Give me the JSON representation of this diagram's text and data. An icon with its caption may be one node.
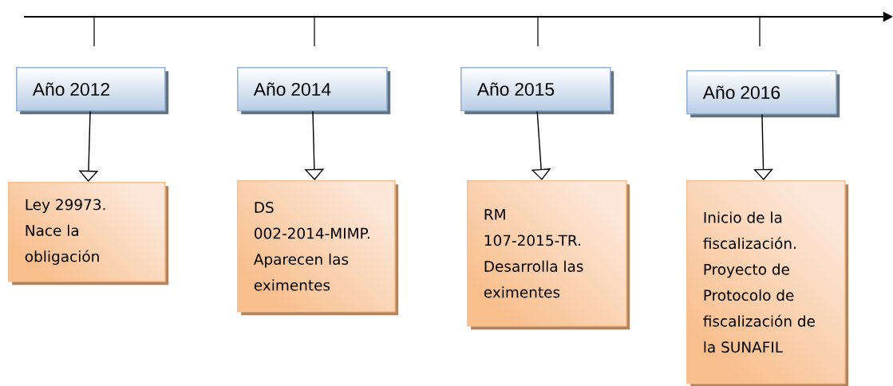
{
  "diagram": {
    "nodes": [
      {
        "text": [
          "Año 2012"
        ]
      },
      {
        "text": [
          "Año 2014"
        ]
      },
      {
        "text": [
          "Año 2015"
        ]
      },
      {
        "text": [
          "Año 2016"
        ]
      },
      {
        "text": [
          "Ley 29973. Nace la obligación"
        ]
      },
      {
        "text": [
          "DS 002-2014-MIMP. Aparecen las eximentes"
        ]
      },
      {
        "text": [
          "RM 107-2015-TR. Desarrolla las eximentes"
        ]
      },
      {
        "text": [
          "Inicio de la fiscalización. Proyecto de Protocolo de fiscalización de la SUNAFIL"
        ]
      }
    ],
    "edges": [
      {
        "from": 0,
        "to": 4,
        "arrow": "to"
      },
      {
        "from": 1,
        "to": 5,
        "arrow": "to"
      },
      {
        "from": 2,
        "to": 6,
        "arrow": "to"
      },
      {
        "from": 3,
        "to": 7,
        "arrow": "to"
      }
    ]
  }
}
